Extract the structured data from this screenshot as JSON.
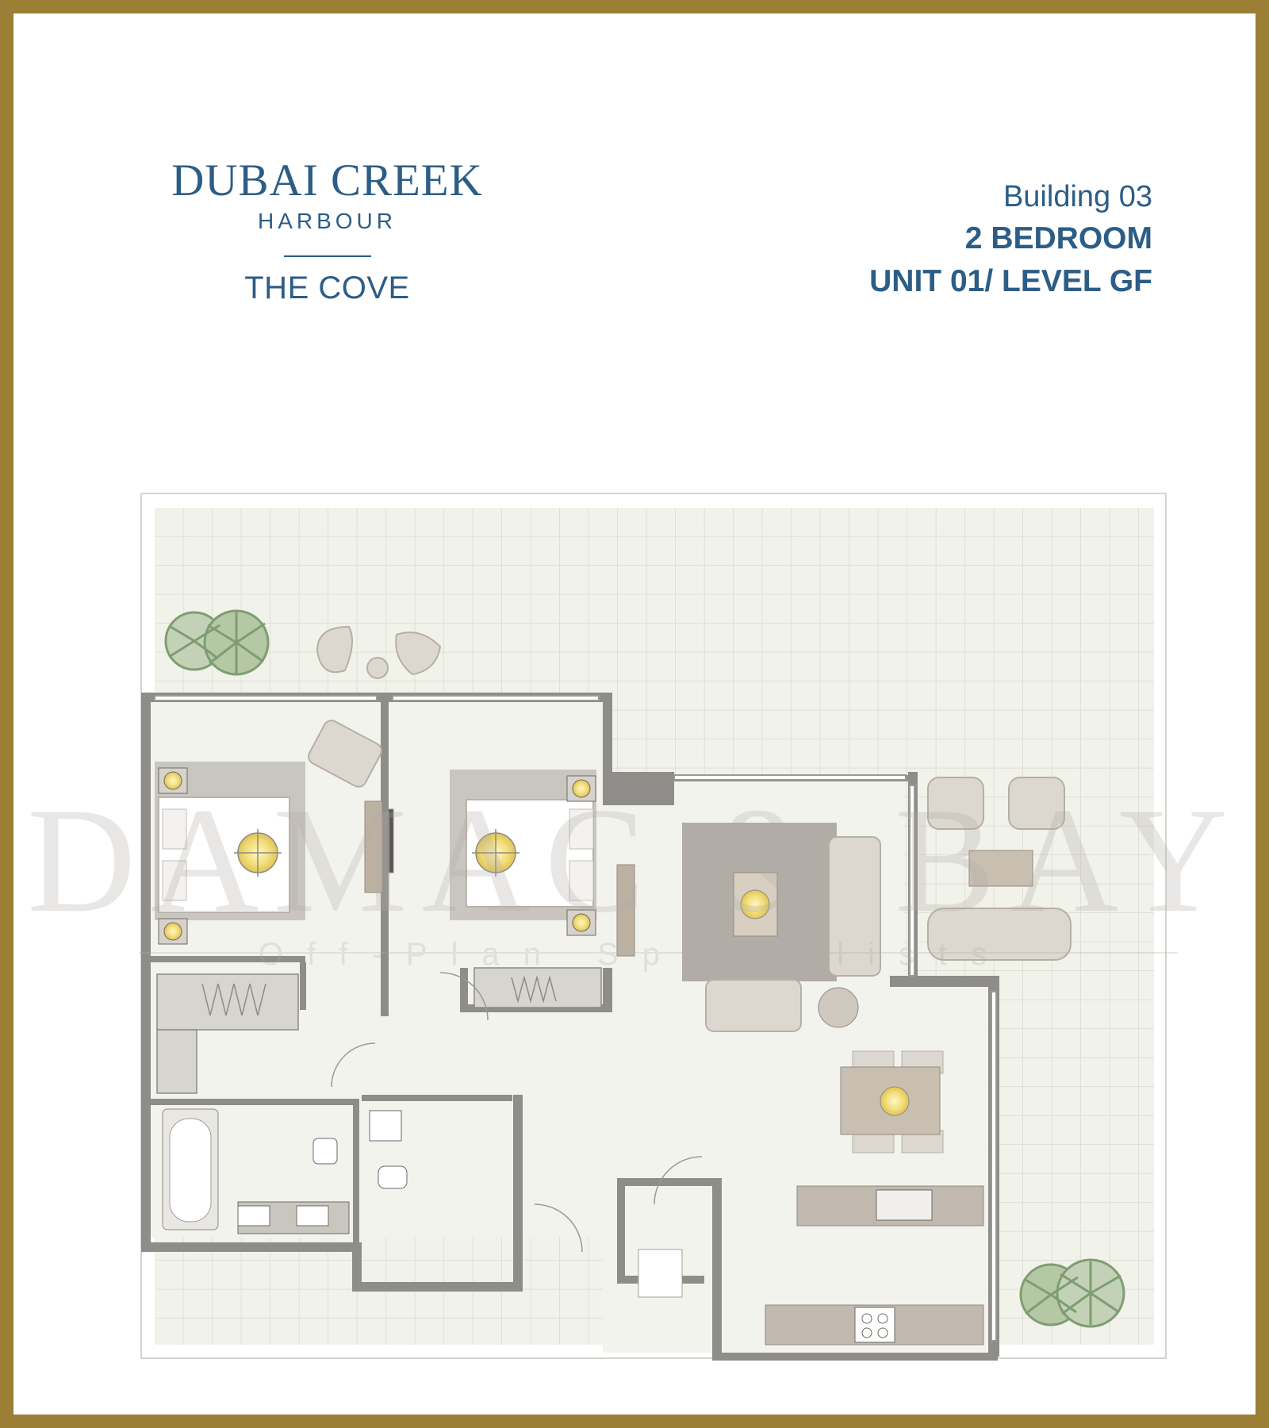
{
  "header": {
    "brand_name": "DUBAI CREEK",
    "brand_sub": "HARBOUR",
    "project": "THE COVE"
  },
  "unit": {
    "building": "Building 03",
    "type": "2 BEDROOM",
    "level": "UNIT 01/ LEVEL GF"
  },
  "watermark": {
    "name": "DAMAC & BAY",
    "tagline": "Off-Plan Specialists"
  },
  "colors": {
    "frame": "#9a7f35",
    "brand_blue": "#2c5d86",
    "wall": "#8f8d8a",
    "floor": "#f1f2ea",
    "grid": "#dadbd2",
    "furniture": "#cfccc4",
    "rug": "#b1aca6",
    "light": "#f2de7a"
  },
  "plan_icons": [
    "plant-icon",
    "lounge-chair-icon",
    "bed-icon",
    "sofa-icon",
    "coffee-table-icon",
    "dining-table-icon",
    "bathtub-icon",
    "toilet-icon",
    "sink-icon",
    "kitchen-counter-icon",
    "stove-icon",
    "ceiling-light-icon",
    "wardrobe-icon"
  ]
}
